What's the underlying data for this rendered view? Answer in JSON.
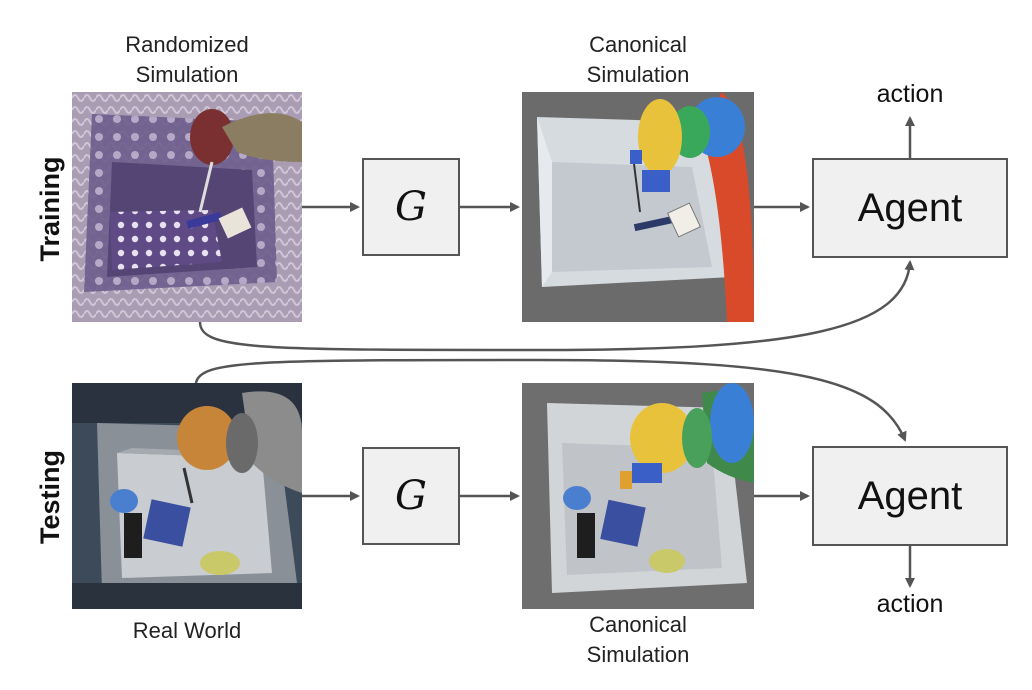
{
  "side_labels": {
    "training": "Training",
    "testing": "Testing"
  },
  "labels": {
    "randomized_line1": "Randomized",
    "randomized_line2": "Simulation",
    "canonical_top_line1": "Canonical",
    "canonical_top_line2": "Simulation",
    "real_world": "Real World",
    "canonical_bottom_line1": "Canonical",
    "canonical_bottom_line2": "Simulation"
  },
  "boxes": {
    "generator_symbol": "G",
    "agent_label": "Agent"
  },
  "actions": {
    "top": "action",
    "bottom": "action"
  },
  "colors": {
    "box_fill": "#f0f0f0",
    "box_border": "#555555",
    "arrow": "#555555"
  }
}
